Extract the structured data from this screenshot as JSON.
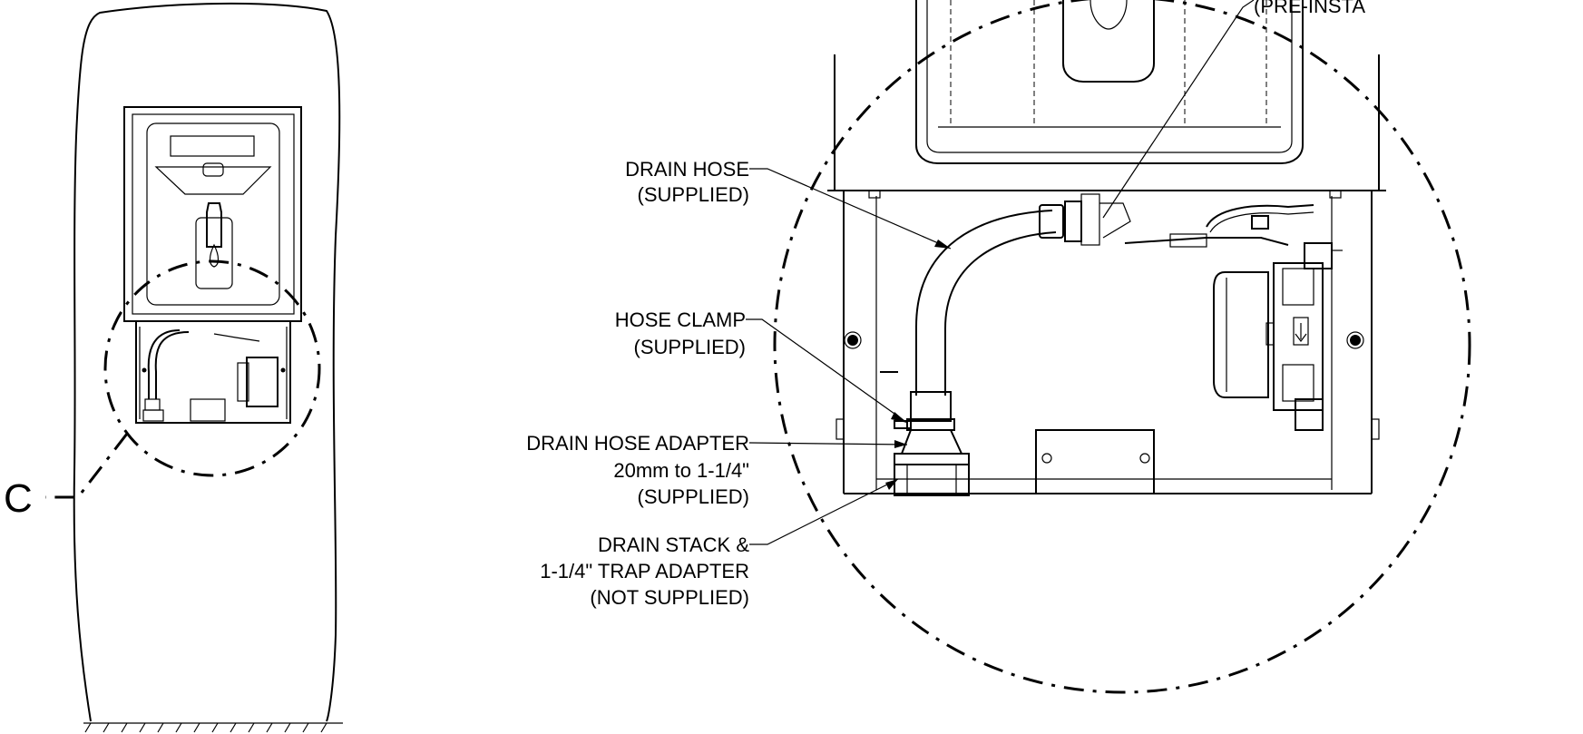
{
  "detail_marker": "C",
  "callouts": {
    "pre_installed": "(PRE-INSTA",
    "drain_hose": [
      "DRAIN HOSE",
      "(SUPPLIED)"
    ],
    "hose_clamp": [
      "HOSE CLAMP",
      "(SUPPLIED)"
    ],
    "drain_hose_adapter": [
      "DRAIN HOSE ADAPTER",
      "20mm to 1-1/4\"",
      "(SUPPLIED)"
    ],
    "drain_stack": [
      "DRAIN STACK &",
      "1-1/4\" TRAP ADAPTER",
      "(NOT SUPPLIED)"
    ]
  }
}
